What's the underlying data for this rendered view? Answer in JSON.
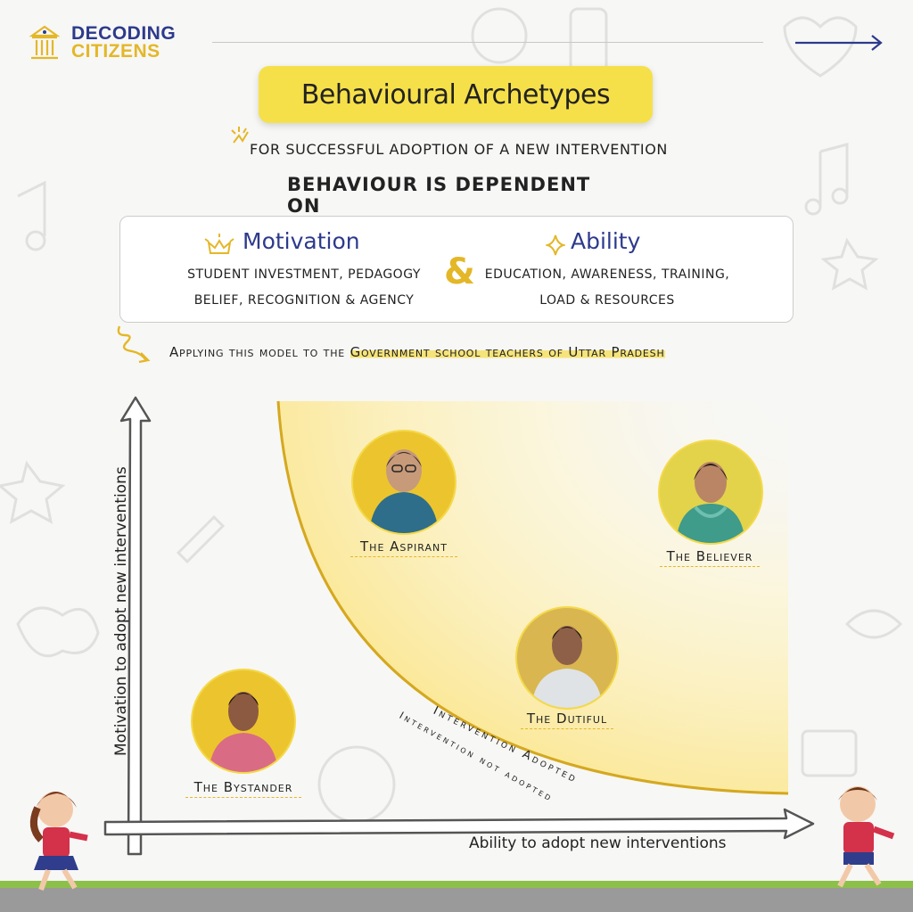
{
  "brand": {
    "line1": "DECODING",
    "line2": "CITIZENS"
  },
  "title": "Behavioural Archetypes",
  "subtitle1": "FOR SUCCESSFUL ADOPTION OF A NEW INTERVENTION",
  "subtitle2": "BEHAVIOUR IS DEPENDENT ON",
  "factors": {
    "motivation": {
      "heading": "Motivation",
      "line1": "STUDENT INVESTMENT, PEDAGOGY",
      "line2": "BELIEF, RECOGNITION & AGENCY"
    },
    "ampersand": "&",
    "ability": {
      "heading": "Ability",
      "line1": "EDUCATION, AWARENESS, TRAINING,",
      "line2": "LOAD & RESOURCES"
    }
  },
  "applying": {
    "prefix": "Applying this model to the ",
    "highlight": "Government school teachers of Uttar Pradesh"
  },
  "axes": {
    "y_label": "Motivation to adopt new interventions",
    "x_label": "Ability to adopt new interventions"
  },
  "curve_labels": {
    "adopted": "Intervention Adopted",
    "not_adopted": "Intervention not adopted"
  },
  "archetypes": {
    "aspirant": "The Aspirant",
    "believer": "The Believer",
    "dutiful": "The Dutiful",
    "bystander": "The Bystander"
  },
  "colors": {
    "accent_yellow": "#f6e04a",
    "brand_blue": "#2d3a8c",
    "brand_gold": "#e4b728",
    "ground_green": "#8cc04a"
  }
}
